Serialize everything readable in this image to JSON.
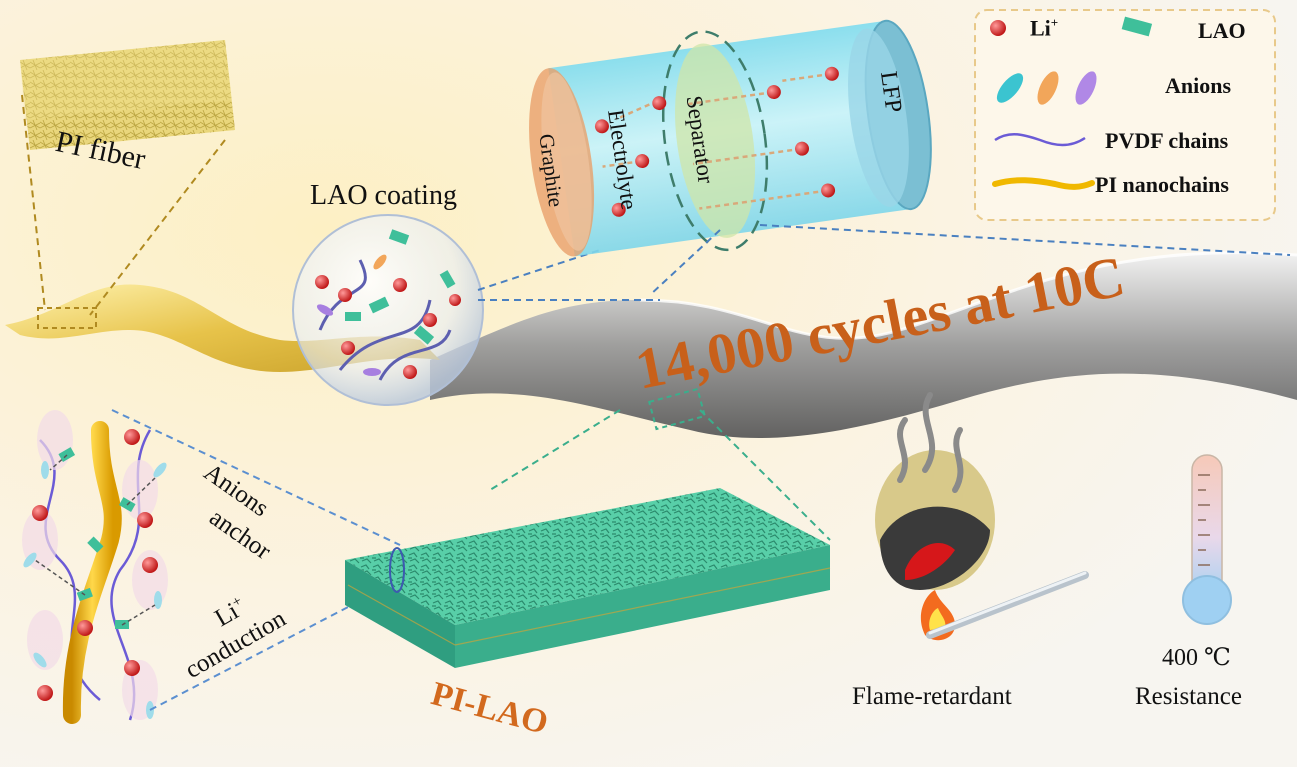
{
  "labels": {
    "pi_fiber": "PI fiber",
    "lao_coating": "LAO coating",
    "graphite": "Graphite",
    "electrolyte": "Electrolyte",
    "separator": "Separator",
    "lfp": "LFP",
    "cycles": "14,000 cycles at 10C",
    "anions_anchor_1": "Anions",
    "anions_anchor_2": "anchor",
    "li_conduction_1": "Li",
    "li_conduction_sup": "+",
    "li_conduction_2": "conduction",
    "pi_lao": "PI-LAO",
    "flame_retardant": "Flame-retardant",
    "temp_value": "400 ℃",
    "resistance": "Resistance"
  },
  "legend": {
    "li": "Li",
    "li_sup": "+",
    "lao": "LAO",
    "anions": "Anions",
    "pvdf": "PVDF chains",
    "pi": "PI nanochains"
  },
  "colors": {
    "accent": "#d2691e",
    "li_ion": "#d72b2b",
    "lao": "#3fbf9a",
    "pi_gold": "#f0b800",
    "pvdf": "#6b5bd6",
    "cell": "#9fe6f5"
  }
}
